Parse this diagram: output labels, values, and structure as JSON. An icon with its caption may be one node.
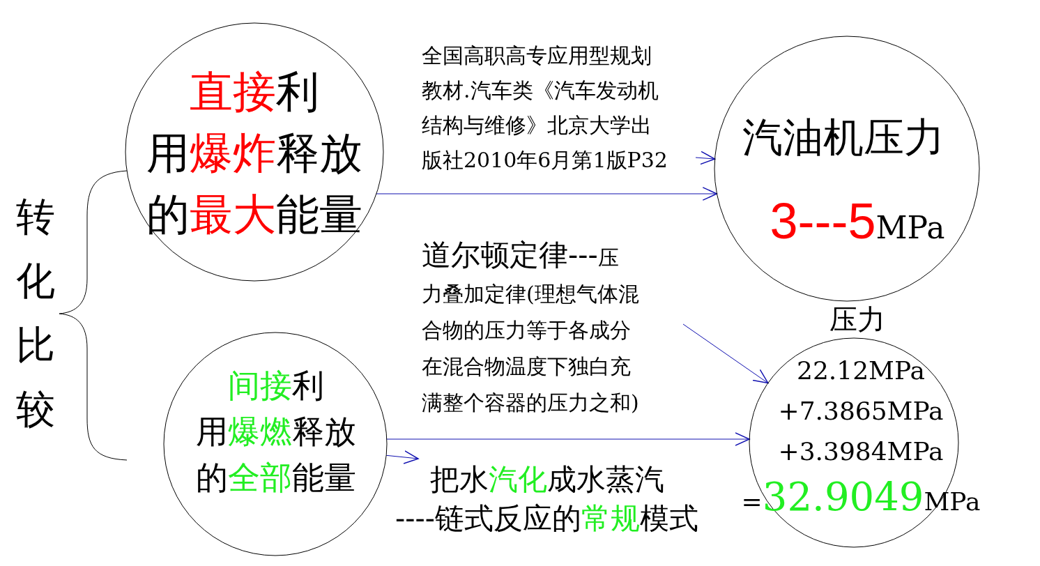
{
  "diagram": {
    "nodes": [
      {
        "text": [
          "直接利用爆炸释放的最大能量"
        ]
      },
      {
        "text": [
          "汽油机压力",
          "3---5MPa"
        ]
      },
      {
        "text": [
          "压力",
          "22.12MPa",
          "+7.3865MPa",
          "+3.3984MPa",
          "=32.9049MPa"
        ]
      },
      {
        "text": [
          "间接利用爆燃释放的全部能量"
        ]
      },
      {
        "text": [
          "全国高职高专应用型规划教材.汽车类《汽车发动机结构与维修》北京大学出版社2010年6月第1版P32"
        ]
      },
      {
        "text": [
          "道尔顿定律---压力叠加定律(理想气体混合物的压力等于各成分在混合物温度下独白充满整个容器的压力之和)"
        ]
      },
      {
        "text": [
          "把水汽化成水蒸汽----链式反应的常规模式"
        ]
      }
    ],
    "edges": [
      {
        "from": 0,
        "to": 1,
        "arrow": "to"
      },
      {
        "from": 4,
        "to": 1,
        "arrow": "to"
      },
      {
        "from": 5,
        "to": 2,
        "arrow": "to"
      },
      {
        "from": 3,
        "to": 2,
        "arrow": "to"
      },
      {
        "from": 3,
        "to": 6,
        "arrow": "to"
      }
    ],
    "labels": [
      "转化比较"
    ]
  }
}
